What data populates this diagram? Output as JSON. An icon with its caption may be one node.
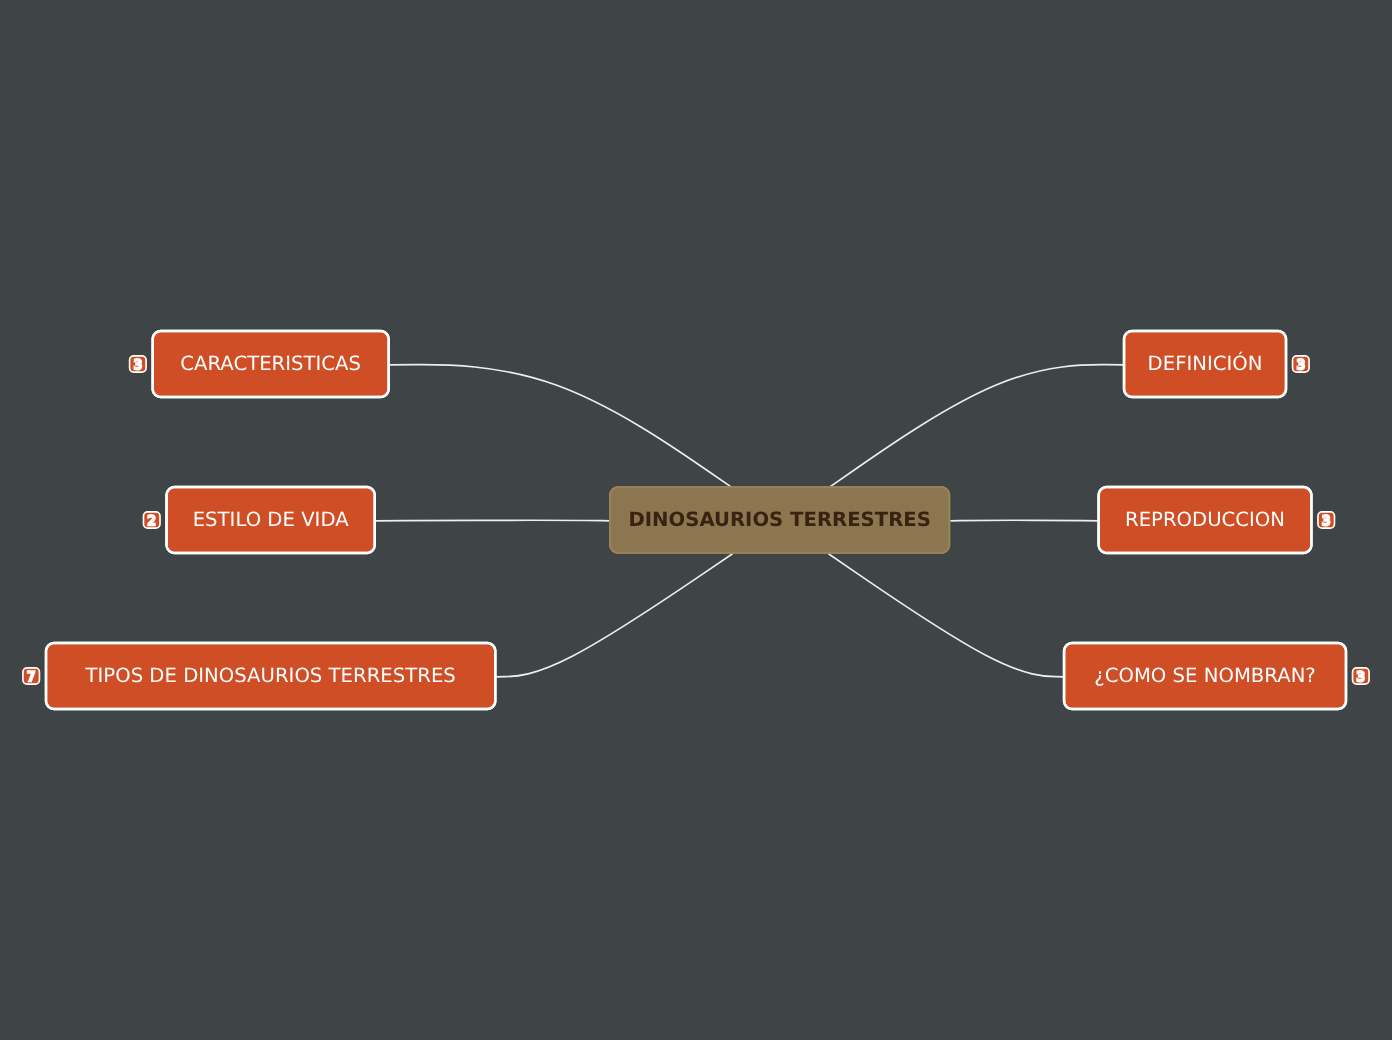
{
  "diagram": {
    "nodes": [
      {
        "text": [
          "DINOSAURIOS TERRESTRES"
        ]
      },
      {
        "text": [
          "DEFINICIÓN"
        ],
        "beside": [
          "3"
        ]
      },
      {
        "text": [
          "REPRODUCCION"
        ],
        "beside": [
          "3"
        ]
      },
      {
        "text": [
          "¿COMO SE NOMBRAN?"
        ],
        "beside": [
          "3"
        ]
      },
      {
        "text": [
          "CARACTERISTICAS"
        ],
        "beside": [
          "3"
        ]
      },
      {
        "text": [
          "ESTILO DE VIDA"
        ],
        "beside": [
          "2"
        ]
      },
      {
        "text": [
          "TIPOS DE DINOSAURIOS TERRESTRES"
        ],
        "beside": [
          "7"
        ]
      }
    ],
    "edges": [
      {
        "from": 0,
        "to": 1,
        "arrow": "none"
      },
      {
        "from": 0,
        "to": 2,
        "arrow": "none"
      },
      {
        "from": 0,
        "to": 3,
        "arrow": "none"
      },
      {
        "from": 4,
        "to": 0,
        "arrow": "none"
      },
      {
        "from": 5,
        "to": 0,
        "arrow": "none"
      },
      {
        "from": 6,
        "to": 0,
        "arrow": "none"
      }
    ]
  }
}
